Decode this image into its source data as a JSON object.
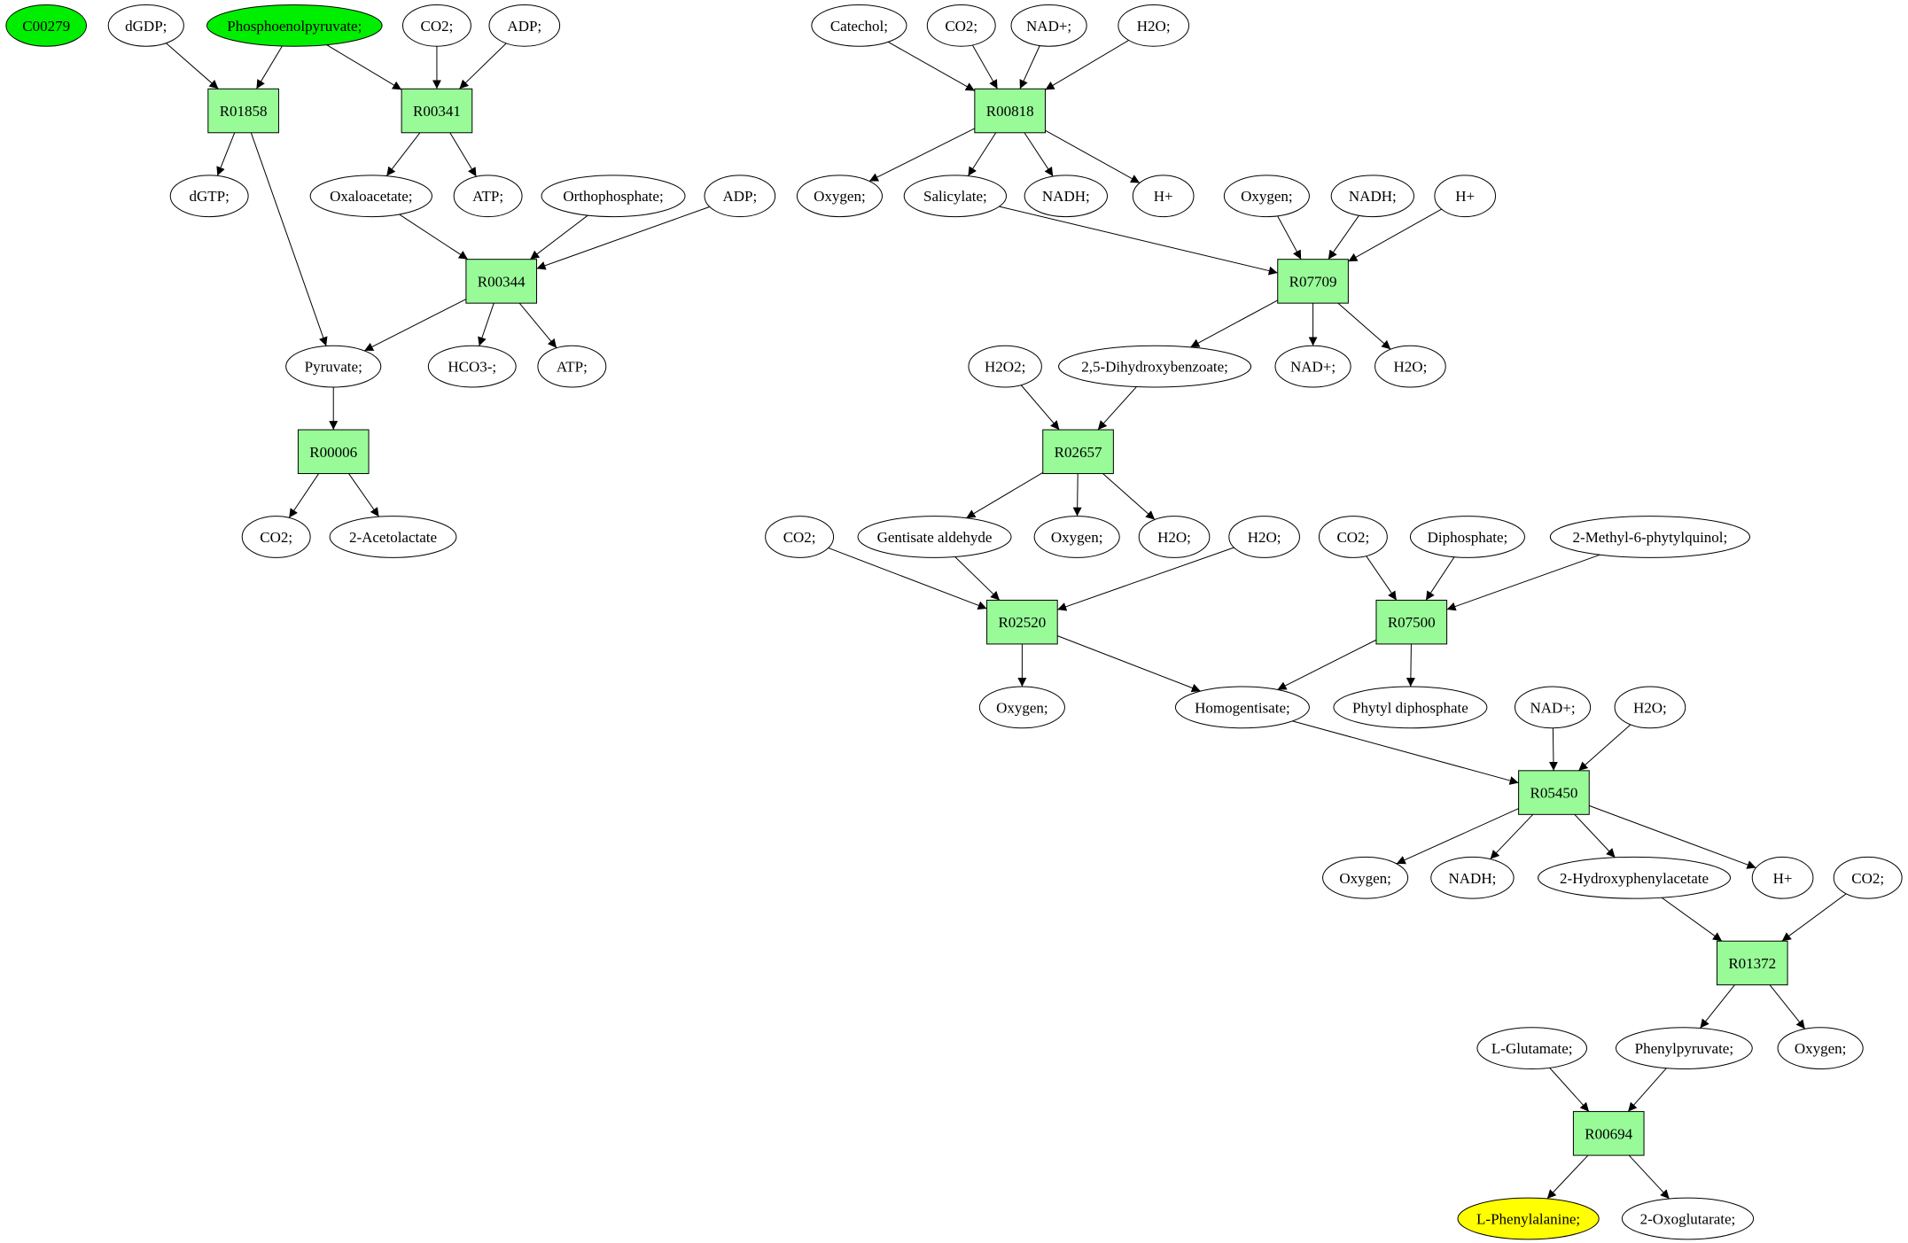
{
  "colors": {
    "compound_default": "#ffffff",
    "compound_start": "#00ee00",
    "compound_target": "#ffff00",
    "reaction": "#98fb98",
    "edge": "#000000"
  },
  "compounds": [
    {
      "id": "c_C00279",
      "label": "C00279",
      "status": "start"
    },
    {
      "id": "c_dGDP",
      "label": "dGDP;",
      "status": "normal"
    },
    {
      "id": "c_PEP",
      "label": "Phosphoenolpyruvate;",
      "status": "start"
    },
    {
      "id": "c_CO2_a",
      "label": "CO2;",
      "status": "normal"
    },
    {
      "id": "c_ADP_a",
      "label": "ADP;",
      "status": "normal"
    },
    {
      "id": "c_dGTP",
      "label": "dGTP;",
      "status": "normal"
    },
    {
      "id": "c_Oxaloacetate",
      "label": "Oxaloacetate;",
      "status": "normal"
    },
    {
      "id": "c_ATP_a",
      "label": "ATP;",
      "status": "normal"
    },
    {
      "id": "c_Orthophosphate",
      "label": "Orthophosphate;",
      "status": "normal"
    },
    {
      "id": "c_ADP_b",
      "label": "ADP;",
      "status": "normal"
    },
    {
      "id": "c_Pyruvate",
      "label": "Pyruvate;",
      "status": "normal"
    },
    {
      "id": "c_HCO3",
      "label": "HCO3-;",
      "status": "normal"
    },
    {
      "id": "c_ATP_b",
      "label": "ATP;",
      "status": "normal"
    },
    {
      "id": "c_CO2_b",
      "label": "CO2;",
      "status": "normal"
    },
    {
      "id": "c_Acetolactate",
      "label": "2-Acetolactate",
      "status": "normal"
    },
    {
      "id": "c_Catechol",
      "label": "Catechol;",
      "status": "normal"
    },
    {
      "id": "c_CO2_c",
      "label": "CO2;",
      "status": "normal"
    },
    {
      "id": "c_NADp_a",
      "label": "NAD+;",
      "status": "normal"
    },
    {
      "id": "c_H2O_a",
      "label": "H2O;",
      "status": "normal"
    },
    {
      "id": "c_Oxygen_a",
      "label": "Oxygen;",
      "status": "normal"
    },
    {
      "id": "c_Salicylate",
      "label": "Salicylate;",
      "status": "normal"
    },
    {
      "id": "c_NADH_a",
      "label": "NADH;",
      "status": "normal"
    },
    {
      "id": "c_Hp_a",
      "label": "H+",
      "status": "normal"
    },
    {
      "id": "c_Oxygen_b",
      "label": "Oxygen;",
      "status": "normal"
    },
    {
      "id": "c_NADH_b",
      "label": "NADH;",
      "status": "normal"
    },
    {
      "id": "c_Hp_b",
      "label": "H+",
      "status": "normal"
    },
    {
      "id": "c_H2O2",
      "label": "H2O2;",
      "status": "normal"
    },
    {
      "id": "c_DHB",
      "label": "2,5-Dihydroxybenzoate;",
      "status": "normal"
    },
    {
      "id": "c_NADp_b",
      "label": "NAD+;",
      "status": "normal"
    },
    {
      "id": "c_H2O_b",
      "label": "H2O;",
      "status": "normal"
    },
    {
      "id": "c_CO2_d",
      "label": "CO2;",
      "status": "normal"
    },
    {
      "id": "c_GentAld",
      "label": "Gentisate aldehyde",
      "status": "normal"
    },
    {
      "id": "c_Oxygen_c",
      "label": "Oxygen;",
      "status": "normal"
    },
    {
      "id": "c_H2O_c",
      "label": "H2O;",
      "status": "normal"
    },
    {
      "id": "c_H2O_d",
      "label": "H2O;",
      "status": "normal"
    },
    {
      "id": "c_CO2_e",
      "label": "CO2;",
      "status": "normal"
    },
    {
      "id": "c_Diphosphate",
      "label": "Diphosphate;",
      "status": "normal"
    },
    {
      "id": "c_MPQ",
      "label": "2-Methyl-6-phytylquinol;",
      "status": "normal"
    },
    {
      "id": "c_Oxygen_d",
      "label": "Oxygen;",
      "status": "normal"
    },
    {
      "id": "c_Homogentisate",
      "label": "Homogentisate;",
      "status": "normal"
    },
    {
      "id": "c_PhytylPP",
      "label": "Phytyl diphosphate",
      "status": "normal"
    },
    {
      "id": "c_NADp_c",
      "label": "NAD+;",
      "status": "normal"
    },
    {
      "id": "c_H2O_e",
      "label": "H2O;",
      "status": "normal"
    },
    {
      "id": "c_Oxygen_e",
      "label": "Oxygen;",
      "status": "normal"
    },
    {
      "id": "c_NADH_c",
      "label": "NADH;",
      "status": "normal"
    },
    {
      "id": "c_HPA",
      "label": "2-Hydroxyphenylacetate",
      "status": "normal"
    },
    {
      "id": "c_Hp_c",
      "label": "H+",
      "status": "normal"
    },
    {
      "id": "c_CO2_f",
      "label": "CO2;",
      "status": "normal"
    },
    {
      "id": "c_LGlu",
      "label": "L-Glutamate;",
      "status": "normal"
    },
    {
      "id": "c_Phenylpyruvate",
      "label": "Phenylpyruvate;",
      "status": "normal"
    },
    {
      "id": "c_Oxygen_f",
      "label": "Oxygen;",
      "status": "normal"
    },
    {
      "id": "c_LPhe",
      "label": "L-Phenylalanine;",
      "status": "target"
    },
    {
      "id": "c_Oxoglutarate",
      "label": "2-Oxoglutarate;",
      "status": "normal"
    }
  ],
  "reactions": [
    {
      "id": "r_R01858",
      "label": "R01858"
    },
    {
      "id": "r_R00341",
      "label": "R00341"
    },
    {
      "id": "r_R00344",
      "label": "R00344"
    },
    {
      "id": "r_R00006",
      "label": "R00006"
    },
    {
      "id": "r_R00818",
      "label": "R00818"
    },
    {
      "id": "r_R07709",
      "label": "R07709"
    },
    {
      "id": "r_R02657",
      "label": "R02657"
    },
    {
      "id": "r_R02520",
      "label": "R02520"
    },
    {
      "id": "r_R07500",
      "label": "R07500"
    },
    {
      "id": "r_R05450",
      "label": "R05450"
    },
    {
      "id": "r_R01372",
      "label": "R01372"
    },
    {
      "id": "r_R00694",
      "label": "R00694"
    }
  ],
  "edges": [
    [
      "c_dGDP",
      "r_R01858"
    ],
    [
      "c_PEP",
      "r_R01858"
    ],
    [
      "r_R01858",
      "c_dGTP"
    ],
    [
      "r_R01858",
      "c_Pyruvate"
    ],
    [
      "c_PEP",
      "r_R00341"
    ],
    [
      "c_CO2_a",
      "r_R00341"
    ],
    [
      "c_ADP_a",
      "r_R00341"
    ],
    [
      "r_R00341",
      "c_Oxaloacetate"
    ],
    [
      "r_R00341",
      "c_ATP_a"
    ],
    [
      "c_Oxaloacetate",
      "r_R00344"
    ],
    [
      "c_Orthophosphate",
      "r_R00344"
    ],
    [
      "c_ADP_b",
      "r_R00344"
    ],
    [
      "r_R00344",
      "c_Pyruvate"
    ],
    [
      "r_R00344",
      "c_HCO3"
    ],
    [
      "r_R00344",
      "c_ATP_b"
    ],
    [
      "c_Pyruvate",
      "r_R00006"
    ],
    [
      "r_R00006",
      "c_CO2_b"
    ],
    [
      "r_R00006",
      "c_Acetolactate"
    ],
    [
      "c_Catechol",
      "r_R00818"
    ],
    [
      "c_CO2_c",
      "r_R00818"
    ],
    [
      "c_NADp_a",
      "r_R00818"
    ],
    [
      "c_H2O_a",
      "r_R00818"
    ],
    [
      "r_R00818",
      "c_Oxygen_a"
    ],
    [
      "r_R00818",
      "c_Salicylate"
    ],
    [
      "r_R00818",
      "c_NADH_a"
    ],
    [
      "r_R00818",
      "c_Hp_a"
    ],
    [
      "c_Salicylate",
      "r_R07709"
    ],
    [
      "c_Oxygen_b",
      "r_R07709"
    ],
    [
      "c_NADH_b",
      "r_R07709"
    ],
    [
      "c_Hp_b",
      "r_R07709"
    ],
    [
      "r_R07709",
      "c_DHB"
    ],
    [
      "r_R07709",
      "c_NADp_b"
    ],
    [
      "r_R07709",
      "c_H2O_b"
    ],
    [
      "c_H2O2",
      "r_R02657"
    ],
    [
      "c_DHB",
      "r_R02657"
    ],
    [
      "r_R02657",
      "c_GentAld"
    ],
    [
      "r_R02657",
      "c_Oxygen_c"
    ],
    [
      "r_R02657",
      "c_H2O_c"
    ],
    [
      "c_CO2_d",
      "r_R02520"
    ],
    [
      "c_GentAld",
      "r_R02520"
    ],
    [
      "c_H2O_d",
      "r_R02520"
    ],
    [
      "r_R02520",
      "c_Oxygen_d"
    ],
    [
      "r_R02520",
      "c_Homogentisate"
    ],
    [
      "c_CO2_e",
      "r_R07500"
    ],
    [
      "c_Diphosphate",
      "r_R07500"
    ],
    [
      "c_MPQ",
      "r_R07500"
    ],
    [
      "r_R07500",
      "c_Homogentisate"
    ],
    [
      "r_R07500",
      "c_PhytylPP"
    ],
    [
      "c_Homogentisate",
      "r_R05450"
    ],
    [
      "c_NADp_c",
      "r_R05450"
    ],
    [
      "c_H2O_e",
      "r_R05450"
    ],
    [
      "r_R05450",
      "c_Oxygen_e"
    ],
    [
      "r_R05450",
      "c_NADH_c"
    ],
    [
      "r_R05450",
      "c_HPA"
    ],
    [
      "r_R05450",
      "c_Hp_c"
    ],
    [
      "c_HPA",
      "r_R01372"
    ],
    [
      "c_CO2_f",
      "r_R01372"
    ],
    [
      "r_R01372",
      "c_Phenylpyruvate"
    ],
    [
      "r_R01372",
      "c_Oxygen_f"
    ],
    [
      "c_LGlu",
      "r_R00694"
    ],
    [
      "c_Phenylpyruvate",
      "r_R00694"
    ],
    [
      "r_R00694",
      "c_LPhe"
    ],
    [
      "r_R00694",
      "c_Oxoglutarate"
    ]
  ]
}
